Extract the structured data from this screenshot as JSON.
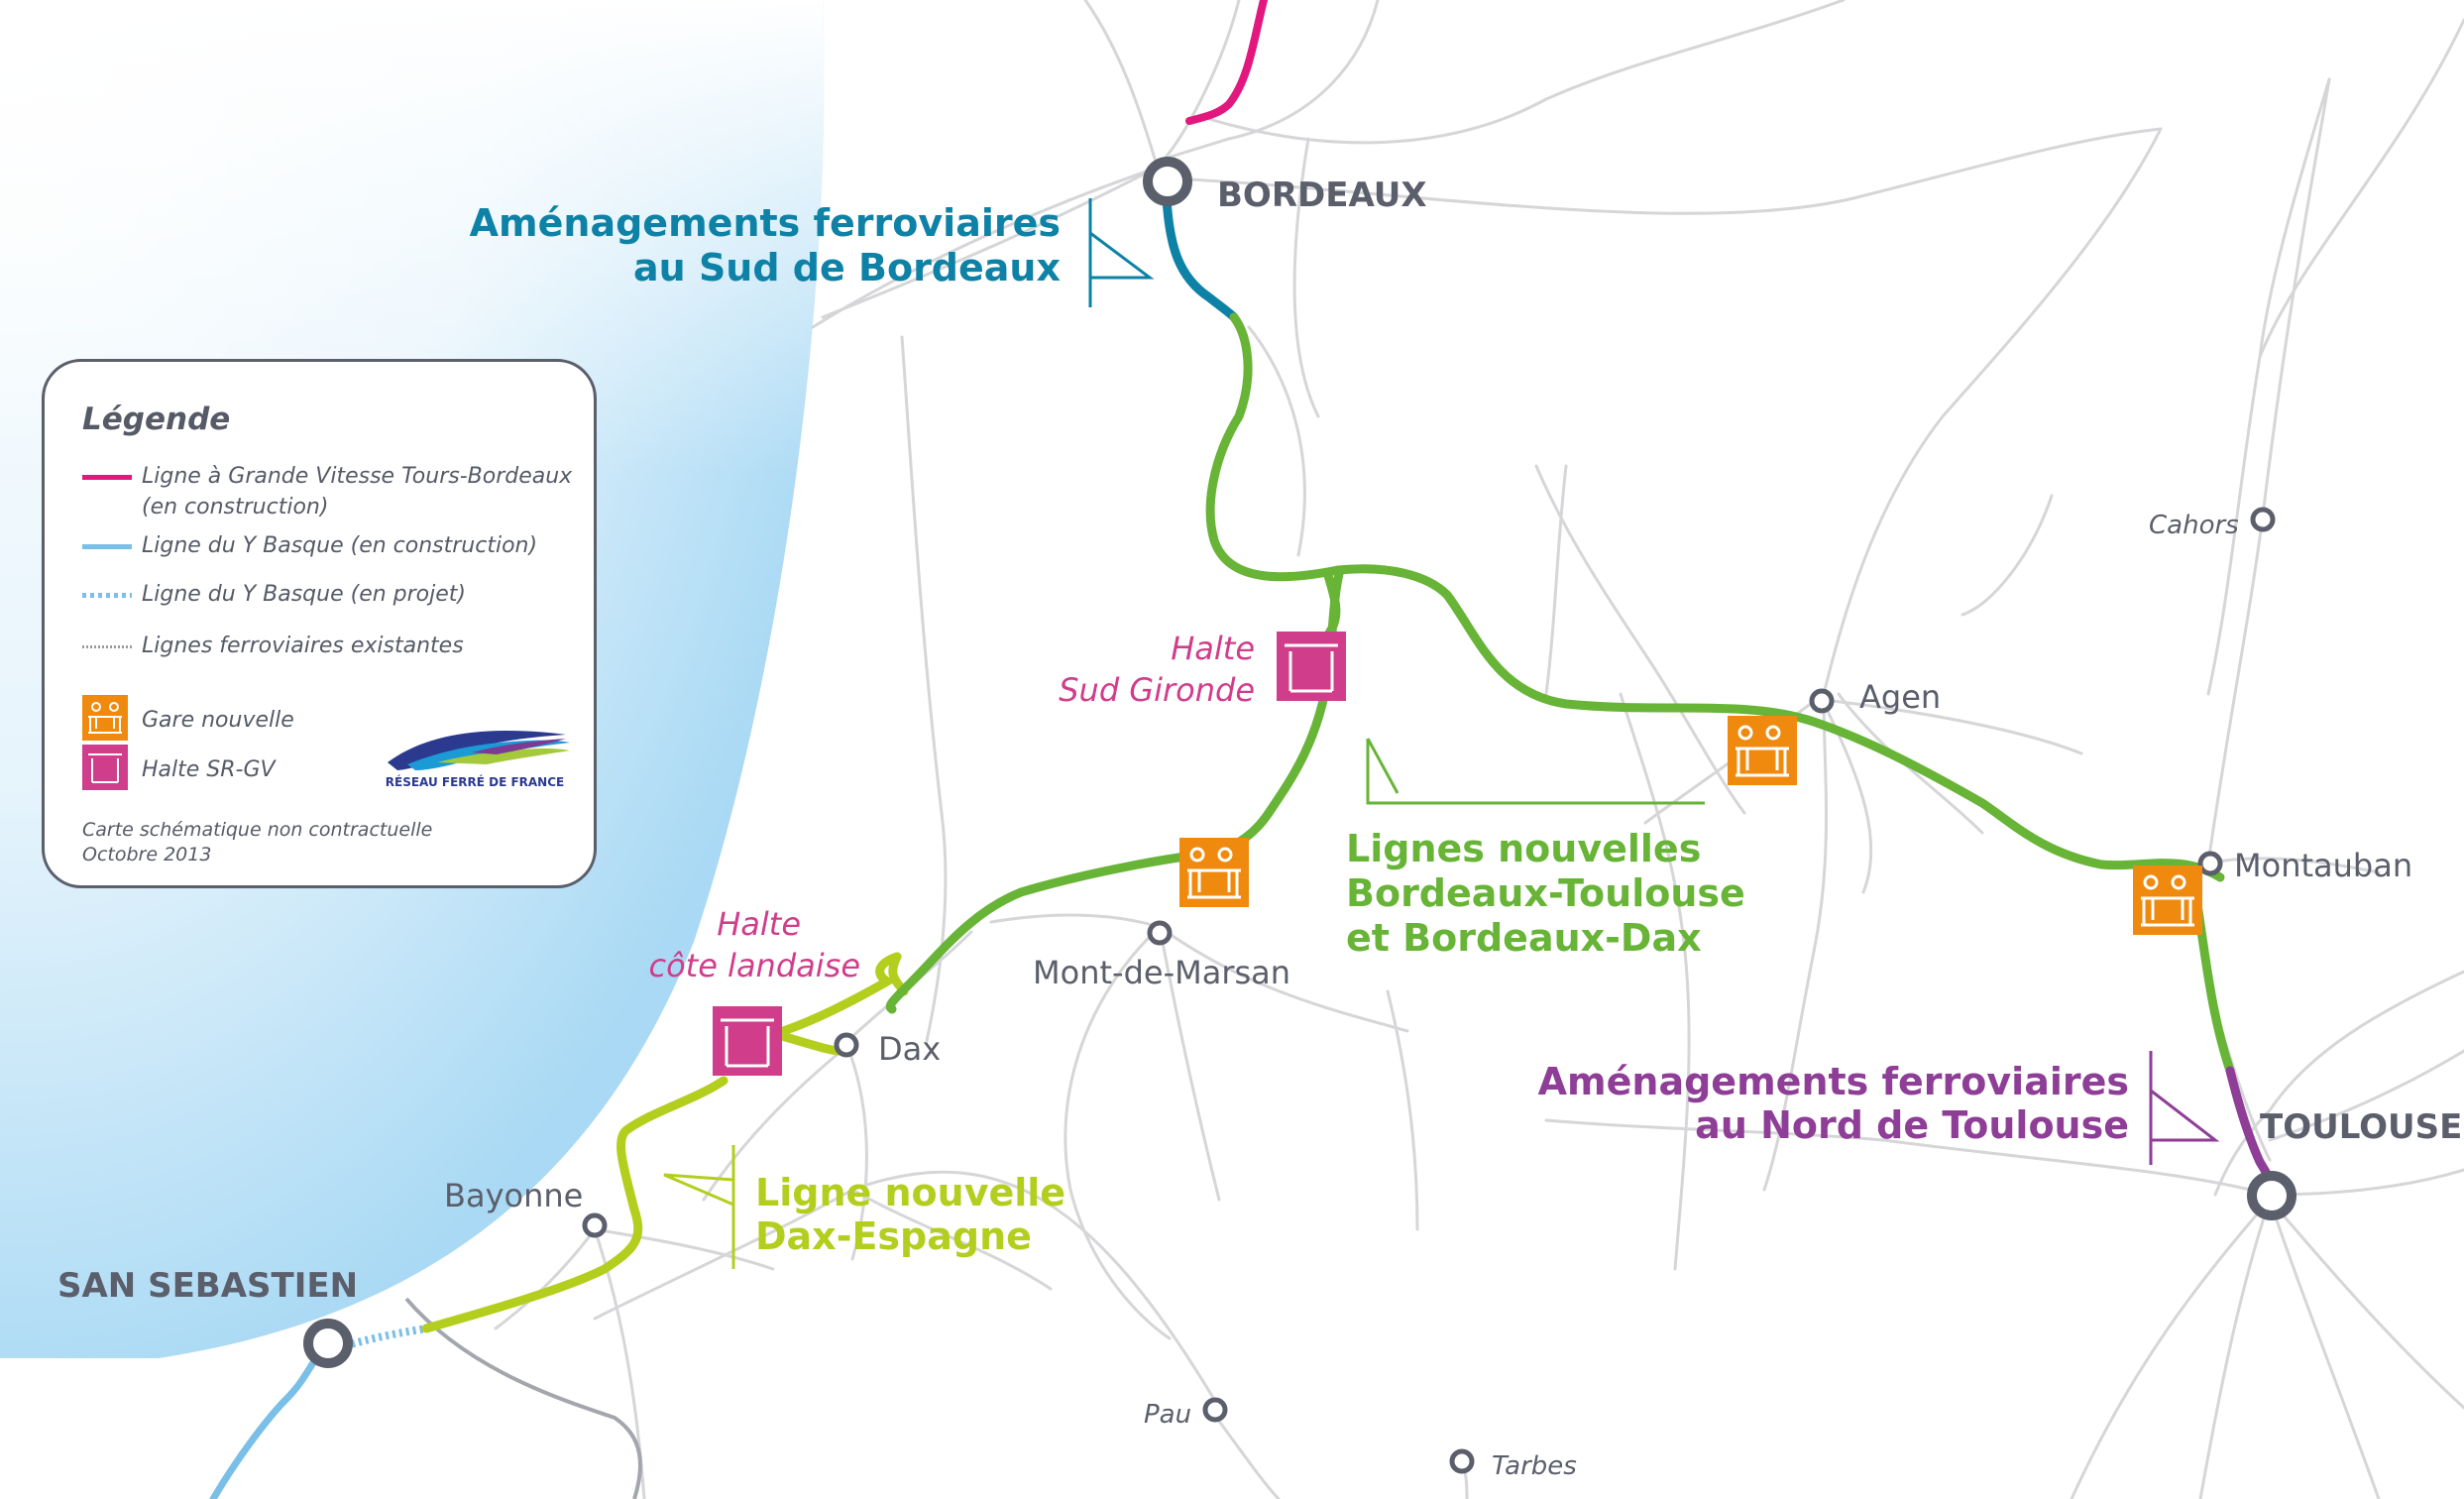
{
  "colors": {
    "lgv_tours_bordeaux": "#e2187f",
    "y_basque_construction": "#79bfe8",
    "existing_lines": "#d6d6d9",
    "green_lines": "#67b437",
    "yellow_line": "#b4ce1e",
    "bordeaux_south": "#0e82a6",
    "toulouse_north": "#8e3e96",
    "gare_nouvelle": "#f08a0e",
    "halte": "#d03d8b",
    "city_text": "#5b5e6b",
    "sea": "#cfe9f8"
  },
  "cities": {
    "bordeaux": "BORDEAUX",
    "toulouse": "TOULOUSE",
    "san_sebastien": "SAN SEBASTIEN",
    "cahors": "Cahors",
    "agen": "Agen",
    "montauban": "Montauban",
    "mont_de_marsan": "Mont-de-Marsan",
    "dax": "Dax",
    "bayonne": "Bayonne",
    "pau": "Pau",
    "tarbes": "Tarbes"
  },
  "haltes": {
    "sud_gironde": [
      "Halte",
      "Sud Gironde"
    ],
    "cote_landaise": [
      "Halte",
      "côte landaise"
    ]
  },
  "callouts": {
    "bordeaux_south": [
      "Aménagements ferroviaires",
      "au Sud de Bordeaux"
    ],
    "gpso": [
      "Lignes nouvelles",
      "Bordeaux-Toulouse",
      "et Bordeaux-Dax"
    ],
    "dax_espagne": [
      "Ligne nouvelle",
      "Dax-Espagne"
    ],
    "toulouse_north": [
      "Aménagements ferroviaires",
      "au Nord de Toulouse"
    ]
  },
  "legend": {
    "title": "Légende",
    "items": [
      {
        "text": "Ligne à Grande Vitesse Tours-Bordeaux (en construction)",
        "style": "solid",
        "color": "#e2187f"
      },
      {
        "text": "Ligne du Y Basque (en construction)",
        "style": "solid",
        "color": "#79bfe8"
      },
      {
        "text": "Ligne du Y Basque (en projet)",
        "style": "dashed",
        "color": "#79bfe8"
      },
      {
        "text": "Lignes ferroviaires existantes",
        "style": "dotted",
        "color": "#9a9aa0"
      }
    ],
    "icons": [
      {
        "text": "Gare nouvelle",
        "icon": "gare-nouvelle-icon"
      },
      {
        "text": "Halte SR-GV",
        "icon": "halte-icon"
      }
    ],
    "logo_text": "RÉSEAU FERRÉ DE FRANCE",
    "note": [
      "Carte schématique non contractuelle",
      "Octobre 2013"
    ]
  }
}
